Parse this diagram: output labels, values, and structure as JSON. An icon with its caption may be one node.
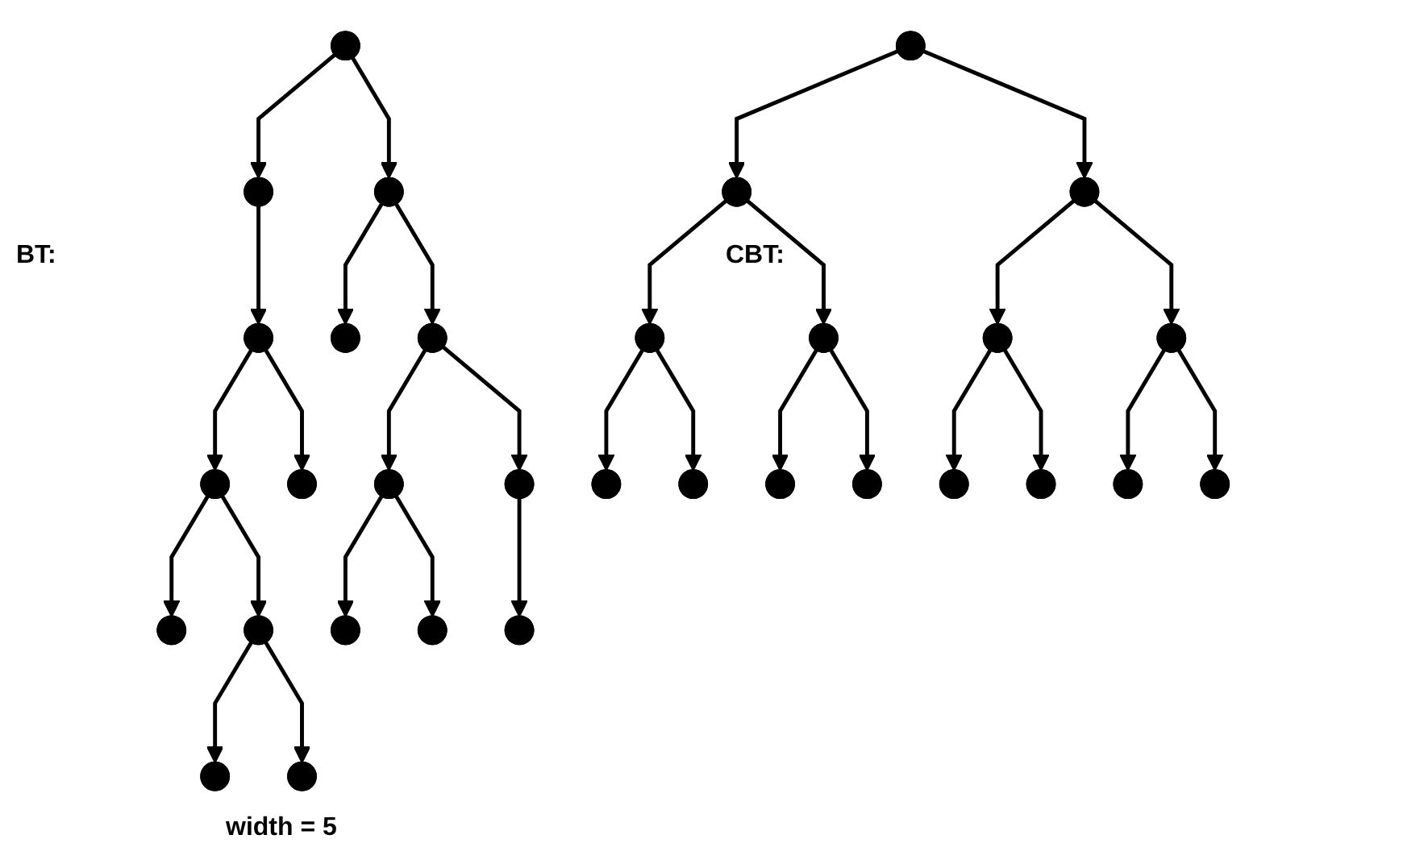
{
  "diagram": {
    "nodes": [
      {
        "text": [],
        "shape": "point"
      },
      {
        "text": [],
        "shape": "point"
      },
      {
        "text": [],
        "shape": "point"
      },
      {
        "text": [],
        "shape": "point"
      },
      {
        "text": [],
        "shape": "point"
      },
      {
        "text": [],
        "shape": "point"
      },
      {
        "text": [],
        "shape": "point"
      },
      {
        "text": [],
        "shape": "point"
      },
      {
        "text": [],
        "shape": "point"
      },
      {
        "text": [],
        "shape": "point"
      },
      {
        "text": [],
        "shape": "point"
      },
      {
        "text": [],
        "shape": "point"
      },
      {
        "text": [],
        "shape": "point"
      },
      {
        "text": [],
        "shape": "point"
      },
      {
        "text": [],
        "shape": "point"
      },
      {
        "text": [],
        "shape": "point"
      },
      {
        "text": [],
        "shape": "point"
      },
      {
        "text": [],
        "shape": "point"
      },
      {
        "text": [],
        "shape": "point"
      },
      {
        "text": [],
        "shape": "point"
      },
      {
        "text": [],
        "shape": "point"
      },
      {
        "text": [],
        "shape": "point"
      },
      {
        "text": [],
        "shape": "point"
      },
      {
        "text": [],
        "shape": "point"
      },
      {
        "text": [],
        "shape": "point"
      },
      {
        "text": [],
        "shape": "point"
      },
      {
        "text": [],
        "shape": "point"
      },
      {
        "text": [],
        "shape": "point"
      },
      {
        "text": [],
        "shape": "point"
      },
      {
        "text": [],
        "shape": "point"
      },
      {
        "text": [],
        "shape": "point"
      },
      {
        "text": [],
        "shape": "point"
      }
    ],
    "edges": [
      {
        "from": 0,
        "to": 1,
        "arrow": "to"
      },
      {
        "from": 0,
        "to": 2,
        "arrow": "to"
      },
      {
        "from": 1,
        "to": 3,
        "arrow": "to"
      },
      {
        "from": 2,
        "to": 4,
        "arrow": "to"
      },
      {
        "from": 2,
        "to": 5,
        "arrow": "to"
      },
      {
        "from": 3,
        "to": 6,
        "arrow": "to"
      },
      {
        "from": 3,
        "to": 7,
        "arrow": "to"
      },
      {
        "from": 5,
        "to": 8,
        "arrow": "to"
      },
      {
        "from": 5,
        "to": 9,
        "arrow": "to"
      },
      {
        "from": 6,
        "to": 10,
        "arrow": "to"
      },
      {
        "from": 6,
        "to": 11,
        "arrow": "to"
      },
      {
        "from": 8,
        "to": 12,
        "arrow": "to"
      },
      {
        "from": 8,
        "to": 13,
        "arrow": "to"
      },
      {
        "from": 9,
        "to": 14,
        "arrow": "to"
      },
      {
        "from": 11,
        "to": 15,
        "arrow": "to"
      },
      {
        "from": 11,
        "to": 16,
        "arrow": "to"
      },
      {
        "from": 17,
        "to": 18,
        "arrow": "to"
      },
      {
        "from": 17,
        "to": 19,
        "arrow": "to"
      },
      {
        "from": 18,
        "to": 20,
        "arrow": "to"
      },
      {
        "from": 18,
        "to": 21,
        "arrow": "to"
      },
      {
        "from": 19,
        "to": 22,
        "arrow": "to"
      },
      {
        "from": 19,
        "to": 23,
        "arrow": "to"
      },
      {
        "from": 20,
        "to": 24,
        "arrow": "to"
      },
      {
        "from": 20,
        "to": 25,
        "arrow": "to"
      },
      {
        "from": 21,
        "to": 26,
        "arrow": "to"
      },
      {
        "from": 21,
        "to": 27,
        "arrow": "to"
      },
      {
        "from": 22,
        "to": 28,
        "arrow": "to"
      },
      {
        "from": 22,
        "to": 29,
        "arrow": "to"
      },
      {
        "from": 23,
        "to": 30,
        "arrow": "to"
      },
      {
        "from": 23,
        "to": 31,
        "arrow": "to"
      }
    ],
    "labels": [
      "BT:",
      "CBT:",
      "width = 5"
    ]
  }
}
